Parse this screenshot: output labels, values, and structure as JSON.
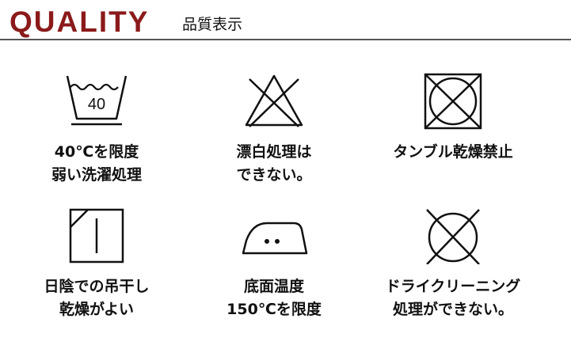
{
  "header": {
    "title": "QUALITY",
    "subtitle": "品質表示",
    "title_color": "#8b1a1a"
  },
  "care_items": [
    {
      "icon": "wash-tub-40-icon",
      "tub_number": "40",
      "label_line1": "40℃を限度",
      "label_line2": "弱い洗濯処理"
    },
    {
      "icon": "no-bleach-icon",
      "label_line1": "漂白処理は",
      "label_line2": "できない。"
    },
    {
      "icon": "no-tumble-dry-icon",
      "label_line1": "タンブル乾燥禁止",
      "label_line2": ""
    },
    {
      "icon": "line-dry-shade-icon",
      "label_line1": "日陰での吊干し",
      "label_line2": "乾燥がよい"
    },
    {
      "icon": "iron-medium-heat-icon",
      "label_line1": "底面温度",
      "label_line2": "150℃を限度"
    },
    {
      "icon": "no-dry-clean-icon",
      "label_line1": "ドライクリーニング",
      "label_line2": "処理ができない。"
    }
  ]
}
